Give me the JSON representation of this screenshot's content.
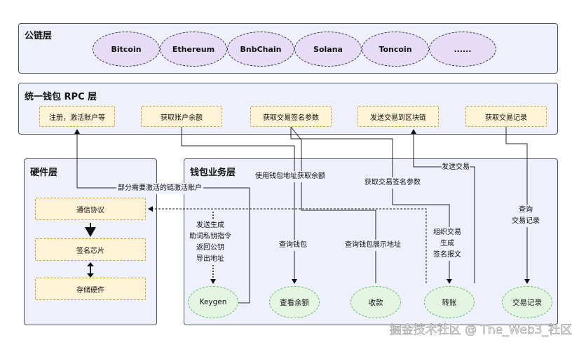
{
  "public_chain_layer": {
    "title": "公链层",
    "chains": [
      "Bitcoin",
      "Ethereum",
      "BnbChain",
      "Solana",
      "Toncoin",
      "......"
    ]
  },
  "rpc_layer": {
    "title": "统一钱包 RPC 层",
    "boxes": [
      "注册，激活账户等",
      "获取账户余额",
      "获取交易签名参数",
      "发送交易到区块链",
      "获取交易记录"
    ]
  },
  "hardware_layer": {
    "title": "硬件层",
    "boxes": [
      "通信协议",
      "签名芯片",
      "存储硬件"
    ]
  },
  "business_layer": {
    "title": "钱包业务层",
    "nodes": [
      "Keygen",
      "查看余额",
      "收款",
      "转账",
      "交易记录"
    ]
  },
  "annotations": {
    "activate": "部分需要激活的链激活账户",
    "use_address": "使用钱包地址获取余额",
    "sign_params": "获取交易签名参数",
    "send_tx": "发送交易",
    "query_wallet": "查询钱包",
    "query_address": "查询钱包展示地址",
    "keygen_cmd": [
      "发送生成",
      "助词私钥指令",
      "返回公钥",
      "导出地址"
    ],
    "build_tx": [
      "组织交易",
      "生成",
      "签名报文"
    ],
    "query_records": [
      "查询",
      "交易记录"
    ]
  },
  "watermark": "掘金技术社区 @ The_Web3_社区"
}
